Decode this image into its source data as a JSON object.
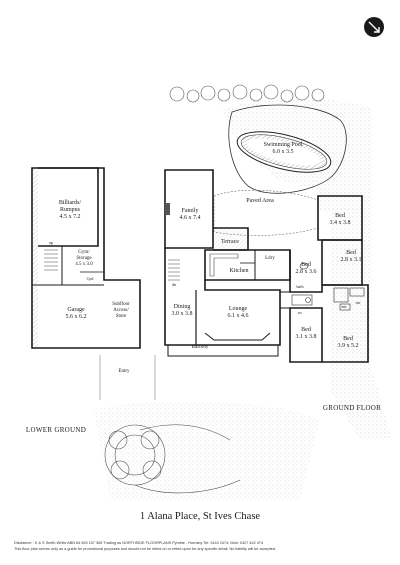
{
  "levels": {
    "ground": "GROUND FLOOR",
    "lower": "LOWER GROUND"
  },
  "rooms": {
    "swimming_pool": {
      "name": "Swimming Pool",
      "size": "6.0 x 3.5"
    },
    "paved_area": {
      "name": "Paved Area"
    },
    "family": {
      "name": "Family",
      "size": "4.6 x 7.4"
    },
    "terrace": {
      "name": "Terrace"
    },
    "kitchen": {
      "name": "Kitchen"
    },
    "ldry": {
      "name": "Ldry"
    },
    "dining": {
      "name": "Dining",
      "size": "3.0 x 3.8"
    },
    "lounge": {
      "name": "Lounge",
      "size": "6.1 x 4.6"
    },
    "balcony": {
      "name": "Balcony"
    },
    "bed1": {
      "name": "Bed",
      "size": "3.4 x 3.8"
    },
    "bed2": {
      "name": "Bed",
      "size": "2.8 x 3.6"
    },
    "bed3": {
      "name": "Bed",
      "size": "2.8 x 3.1"
    },
    "bed4": {
      "name": "Bed",
      "size": "3.1 x 3.8"
    },
    "bed5": {
      "name": "Bed",
      "size": "3.9 x 5.2"
    },
    "billiards": {
      "name": "Billiards/ Rumpus",
      "size": "4.5 x 7.2"
    },
    "gym": {
      "name": "Gym/ Storage",
      "size": "4.5 x 3.0"
    },
    "garage": {
      "name": "Garage",
      "size": "5.6 x 6.2"
    },
    "subfloor": {
      "name": "Subfloor Access/ Store"
    },
    "cpd": {
      "name": "Cpd"
    },
    "entry": {
      "name": "Entry"
    },
    "wc": {
      "name": "wc"
    },
    "ens": {
      "name": "ens"
    },
    "bath": {
      "name": "bath"
    },
    "wir": {
      "name": "wir"
    },
    "up": {
      "name": "up"
    },
    "dn": {
      "name": "dn"
    }
  },
  "title": "1 Alana Place, St Ives Chase",
  "disclaimer": {
    "line1": "Disclaimer :   K & S Smith-White     ABN 84 553 107 369   Trading as NORTHSIDE FLOORPLANS Pymble - Hornsby   Tel: 9144 2474; Mob: 0427 442 474",
    "line2": "This floor plan serves only as a guide for promotional purposes and should not be relied on or relied upon for any specific detail.   No liability will be accepted."
  },
  "colors": {
    "wall": "#1a1a1a",
    "line": "#333333",
    "hatch": "#8a8a8a"
  },
  "icons": {
    "north": "north-arrow-icon"
  }
}
